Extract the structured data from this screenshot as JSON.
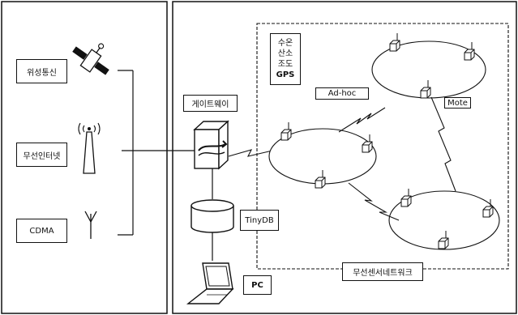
{
  "left_panel": {
    "comm_methods": [
      {
        "label": "위성통신",
        "icon": "satellite-icon"
      },
      {
        "label": "무선인터넷",
        "icon": "wireless-tower-icon"
      },
      {
        "label": "CDMA",
        "icon": "antenna-icon"
      }
    ]
  },
  "gateway": {
    "label": "게이트웨이",
    "icon": "gateway-server-icon"
  },
  "database": {
    "label": "TinyDB",
    "icon": "database-cylinder-icon"
  },
  "pc": {
    "label": "PC",
    "icon": "laptop-icon"
  },
  "sensor_types": [
    "수온",
    "산소",
    "조도",
    "GPS"
  ],
  "network": {
    "adhoc_label": "Ad-hoc",
    "mote_label": "Mote",
    "caption": "무선센서네트워크",
    "mote_icon": "sensor-mote-icon",
    "link_icon": "wireless-link-bolt-icon"
  }
}
